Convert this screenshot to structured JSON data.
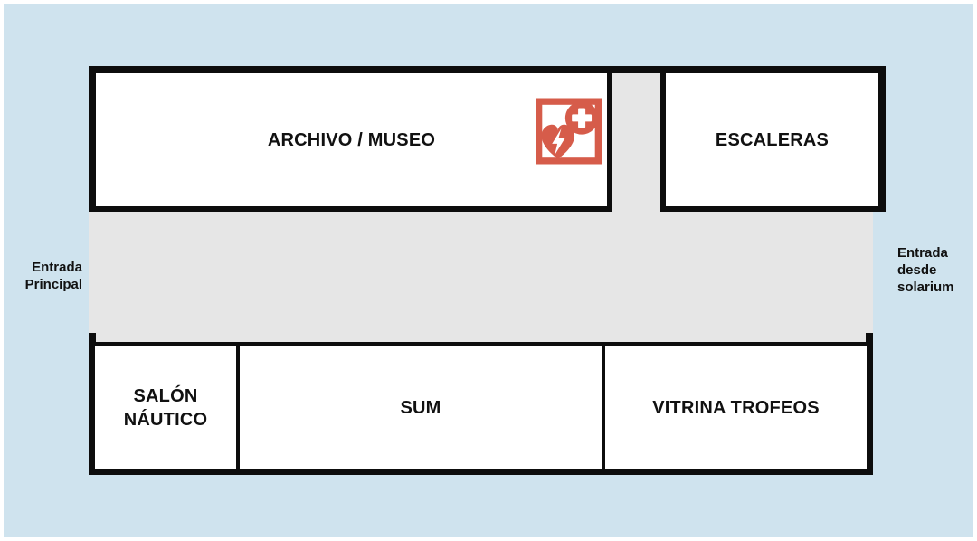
{
  "palette": {
    "background": "#cfe3ee",
    "corridor": "#e6e6e6",
    "wall": "#0d0d0d",
    "room_fill": "#ffffff",
    "aed_red": "#d65c4a",
    "text": "#111111"
  },
  "rooms": {
    "archivo_museo": {
      "label": "ARCHIVO / MUSEO"
    },
    "escaleras": {
      "label": "ESCALERAS"
    },
    "salon_nautico": {
      "line1": "SALÓN",
      "line2": "NÁUTICO"
    },
    "sum": {
      "label": "SUM"
    },
    "vitrina_trofeos": {
      "label": "VITRINA TROFEOS"
    }
  },
  "entrances": {
    "principal": {
      "line1": "Entrada",
      "line2": "Principal"
    },
    "solarium": {
      "line1": "Entrada",
      "line2": "desde",
      "line3": "solarium"
    }
  },
  "icons": {
    "aed": "aed-defibrillator"
  }
}
